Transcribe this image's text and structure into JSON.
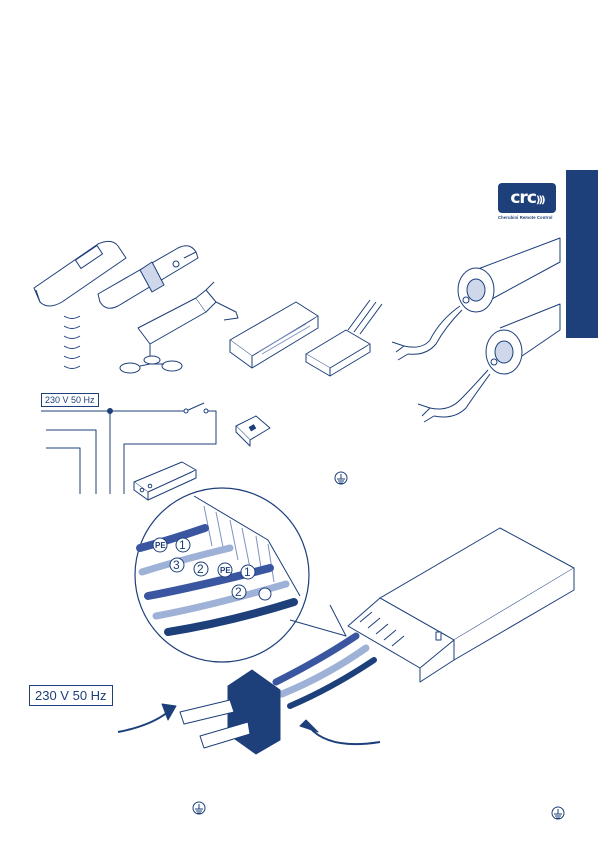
{
  "logo": {
    "mark": "crc",
    "caption": "Cherubini Remote Control",
    "icon": "radio-waves-icon"
  },
  "supply": {
    "small_label": "230 V  50 Hz",
    "plug_label": "230 V  50 Hz"
  },
  "wiring": {
    "top_row": [
      "PE",
      "1"
    ],
    "bottom_row": [
      "3",
      "2",
      "PE",
      "1"
    ],
    "last_row": [
      "2"
    ]
  },
  "icons": [
    "ground-symbol-icon",
    "arrow-icon",
    "radio-waves-icon"
  ],
  "colors": {
    "brand": "#1d3f7a",
    "wire_blue": "#3a56a0",
    "wire_light": "#9eb1d6"
  }
}
